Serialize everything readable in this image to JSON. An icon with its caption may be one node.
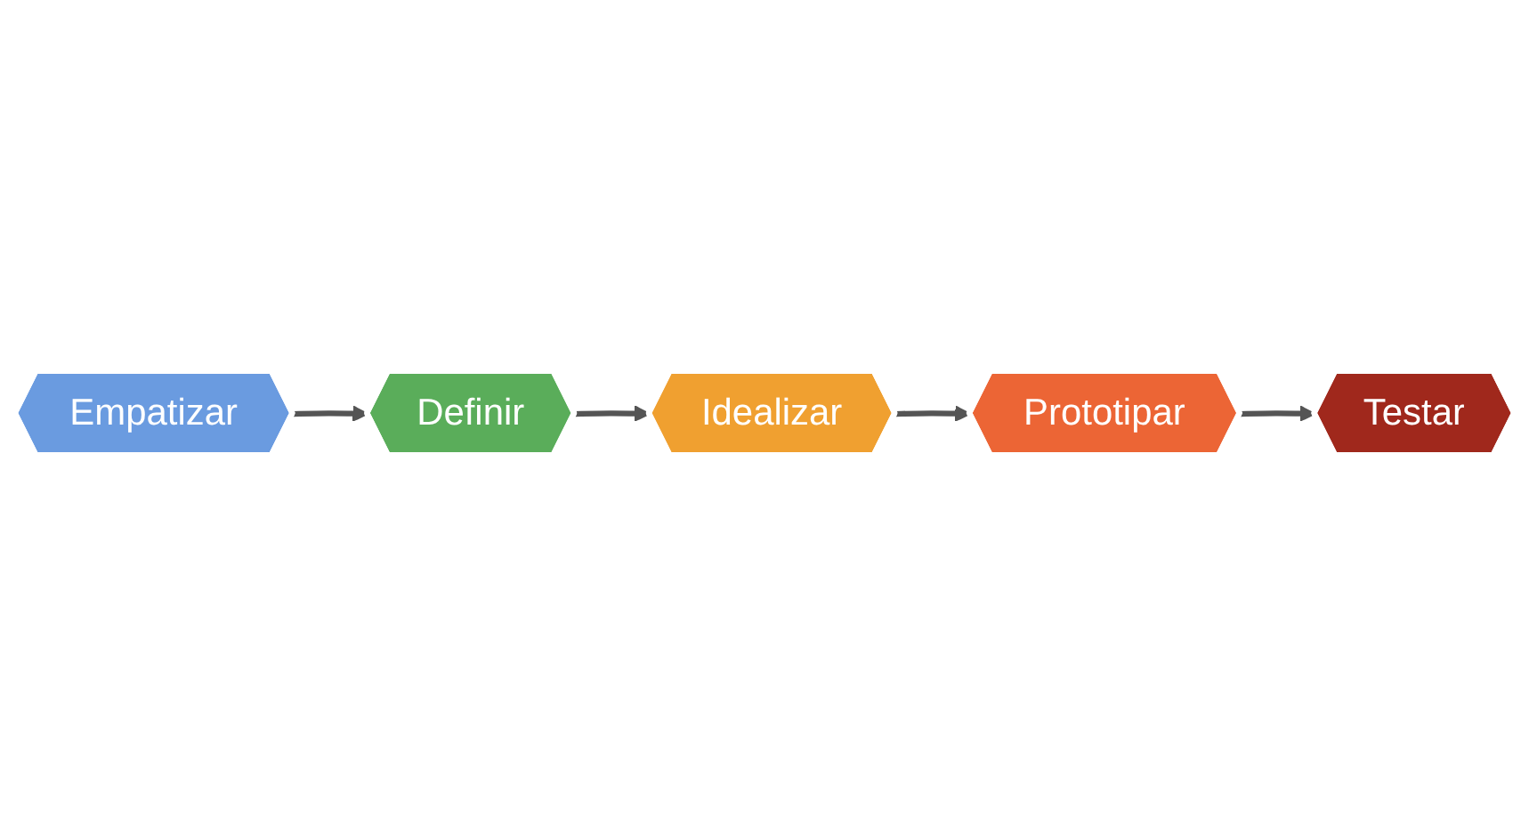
{
  "diagram": {
    "nodes": [
      {
        "text": [
          "Empatizar"
        ]
      },
      {
        "text": [
          "Definir"
        ]
      },
      {
        "text": [
          "Idealizar"
        ]
      },
      {
        "text": [
          "Prototipar"
        ]
      },
      {
        "text": [
          "Testar"
        ]
      }
    ],
    "edges": [
      {
        "from": 0,
        "to": 1,
        "arrow": "to"
      },
      {
        "from": 1,
        "to": 2,
        "arrow": "to"
      },
      {
        "from": 2,
        "to": 3,
        "arrow": "to"
      },
      {
        "from": 3,
        "to": 4,
        "arrow": "to"
      }
    ]
  }
}
